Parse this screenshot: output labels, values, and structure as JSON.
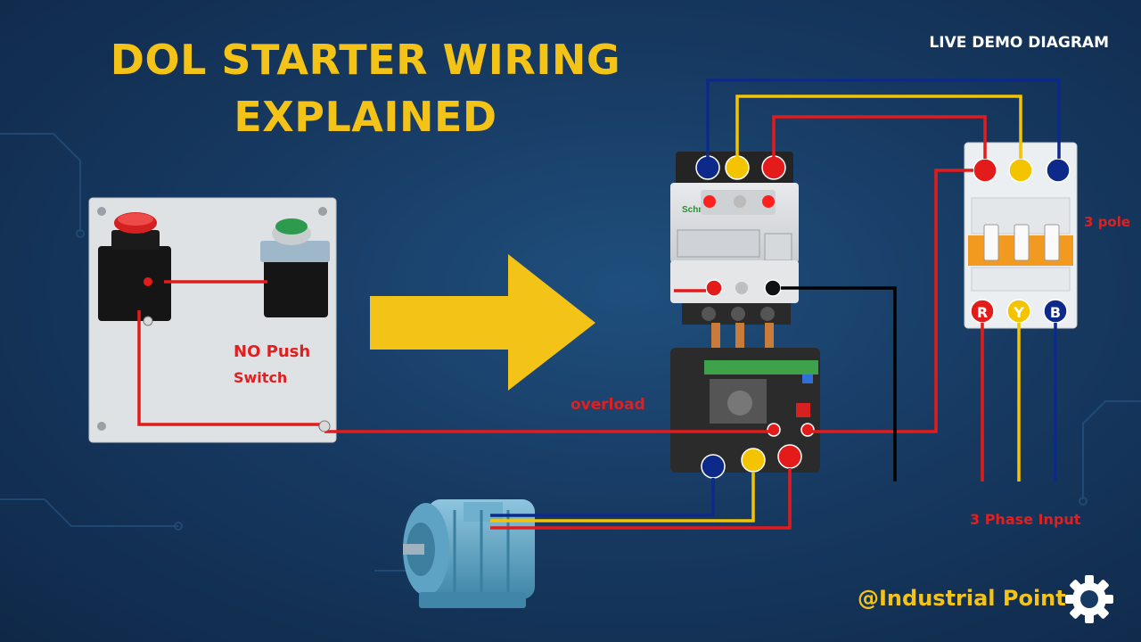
{
  "title": {
    "line1": "DOL STARTER WIRING",
    "line2": "EXPLAINED"
  },
  "badge": "LIVE DEMO DIAGRAM",
  "labels": {
    "three_pole": "3 pole",
    "no_push_line1": "NO Push",
    "no_push_line2": "Switch",
    "overload": "overload",
    "three_phase_input": "3 Phase Input"
  },
  "mcb_terminals": [
    "R",
    "Y",
    "B"
  ],
  "brand": "@Industrial Point",
  "icons": [
    "gear-icon",
    "arrow-right-icon",
    "motor-icon",
    "push-button-icon"
  ],
  "colors": {
    "title": "#f4c318",
    "phase_r": "#e31b1b",
    "phase_y": "#f5c400",
    "phase_b": "#0d2a8a",
    "control_wire": "#e31b1b",
    "neutral_wire": "#000000",
    "label_red": "#e02020"
  }
}
